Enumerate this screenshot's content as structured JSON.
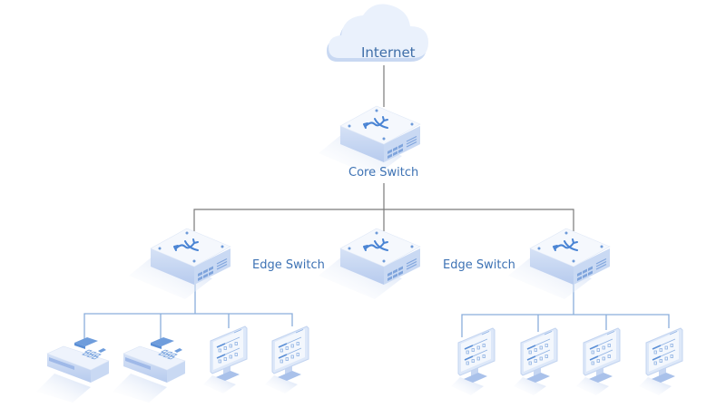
{
  "diagram": {
    "title": "Network topology",
    "colors": {
      "core_link": "#7a7a7a",
      "edge_link": "#8aaedc",
      "label": "#3d72b4",
      "device_top": "#f4f7fd",
      "device_side": "#c6d6f2",
      "device_accent": "#5b8fd6",
      "cloud": "#eaf1fc"
    },
    "nodes": {
      "internet": {
        "label": "Internet",
        "type": "cloud"
      },
      "core_switch": {
        "label": "Core Switch",
        "type": "switch"
      },
      "edge_switch_left": {
        "label": "Edge Switch",
        "type": "switch"
      },
      "edge_switch_middle": {
        "label": "",
        "type": "switch"
      },
      "edge_switch_right": {
        "label": "Edge Switch",
        "type": "switch"
      }
    },
    "left_group": [
      {
        "type": "ip-phone"
      },
      {
        "type": "ip-phone"
      },
      {
        "type": "monitor"
      },
      {
        "type": "monitor"
      }
    ],
    "right_group": [
      {
        "type": "monitor"
      },
      {
        "type": "monitor"
      },
      {
        "type": "monitor"
      },
      {
        "type": "monitor"
      }
    ],
    "links": [
      [
        "internet",
        "core_switch"
      ],
      [
        "core_switch",
        "edge_switch_left"
      ],
      [
        "core_switch",
        "edge_switch_middle"
      ],
      [
        "core_switch",
        "edge_switch_right"
      ],
      [
        "edge_switch_left",
        "left_group"
      ],
      [
        "edge_switch_right",
        "right_group"
      ]
    ]
  }
}
